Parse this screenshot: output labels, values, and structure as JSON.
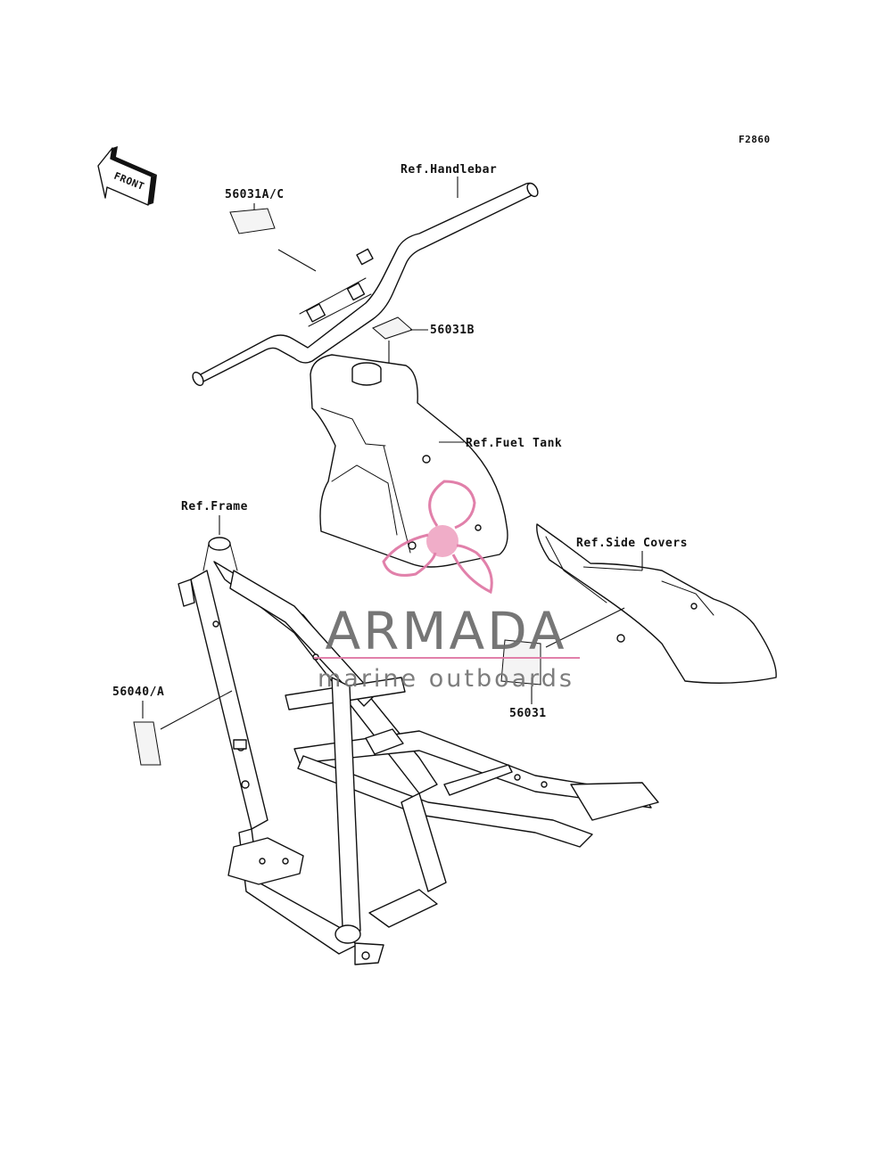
{
  "diagram": {
    "code": "F2860",
    "front_label": "FRONT",
    "labels": {
      "handlebar": "Ref.Handlebar",
      "part_56031ac": "56031A/C",
      "part_56031b": "56031B",
      "fuel_tank": "Ref.Fuel Tank",
      "frame": "Ref.Frame",
      "side_covers": "Ref.Side Covers",
      "part_56040a": "56040/A",
      "part_56031": "56031"
    }
  },
  "watermark": {
    "title": "ARMADA",
    "subtitle": "marine outboards",
    "colors": {
      "logo": "#e07aa6",
      "text": "#6f6f6f"
    }
  }
}
